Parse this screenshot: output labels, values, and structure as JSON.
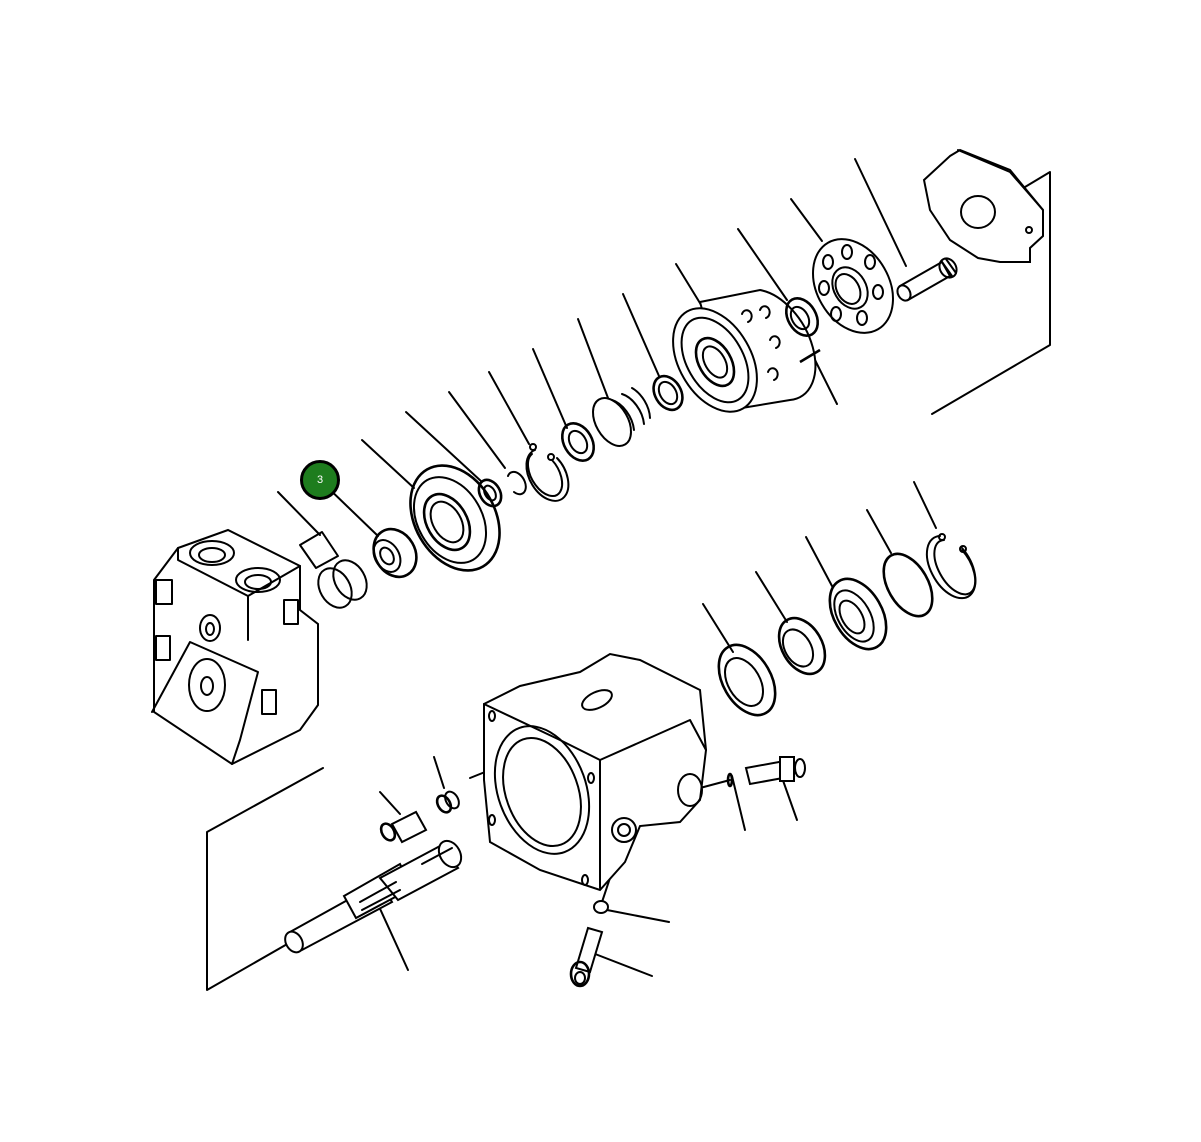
{
  "diagram": {
    "type": "exploded parts diagram",
    "subject": "hydraulic pump assembly",
    "line_color": "#000000",
    "background": "#ffffff"
  },
  "callouts": [
    {
      "label": "3",
      "color": "#1e7d1e",
      "target": "bearing"
    }
  ],
  "parts": [
    {
      "name": "end-cover-block"
    },
    {
      "name": "snap-ring-pair"
    },
    {
      "name": "bearing"
    },
    {
      "name": "valve-plate"
    },
    {
      "name": "seal-ring"
    },
    {
      "name": "small-snap-ring"
    },
    {
      "name": "retaining-ring"
    },
    {
      "name": "washer"
    },
    {
      "name": "spring"
    },
    {
      "name": "shim"
    },
    {
      "name": "cylinder-block"
    },
    {
      "name": "guide-ball"
    },
    {
      "name": "retainer-plate"
    },
    {
      "name": "pin"
    },
    {
      "name": "piston"
    },
    {
      "name": "swash-plate"
    },
    {
      "name": "pump-case"
    },
    {
      "name": "bearing-front"
    },
    {
      "name": "bearing-cage"
    },
    {
      "name": "oil-seal"
    },
    {
      "name": "o-ring"
    },
    {
      "name": "circlip"
    },
    {
      "name": "shaft"
    },
    {
      "name": "plug"
    },
    {
      "name": "spring-small"
    },
    {
      "name": "plug-union"
    },
    {
      "name": "screw"
    },
    {
      "name": "ball"
    },
    {
      "name": "bolt"
    }
  ]
}
